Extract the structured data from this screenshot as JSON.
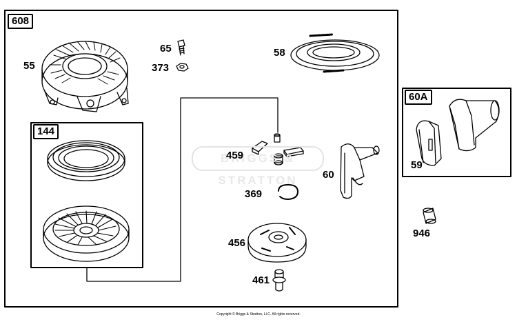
{
  "group_labels": {
    "main": "608",
    "rewind": "144",
    "handle_kit": "60A"
  },
  "part_labels": {
    "p55": "55",
    "p65": "65",
    "p373": "373",
    "p58": "58",
    "p459": "459",
    "p60": "60",
    "p369": "369",
    "p456": "456",
    "p461": "461",
    "p59": "59",
    "p946": "946"
  },
  "watermark": "BRIGGS & STRATTON",
  "copyright": "Copyright © Briggs & Stratton, LLC. All rights reserved."
}
